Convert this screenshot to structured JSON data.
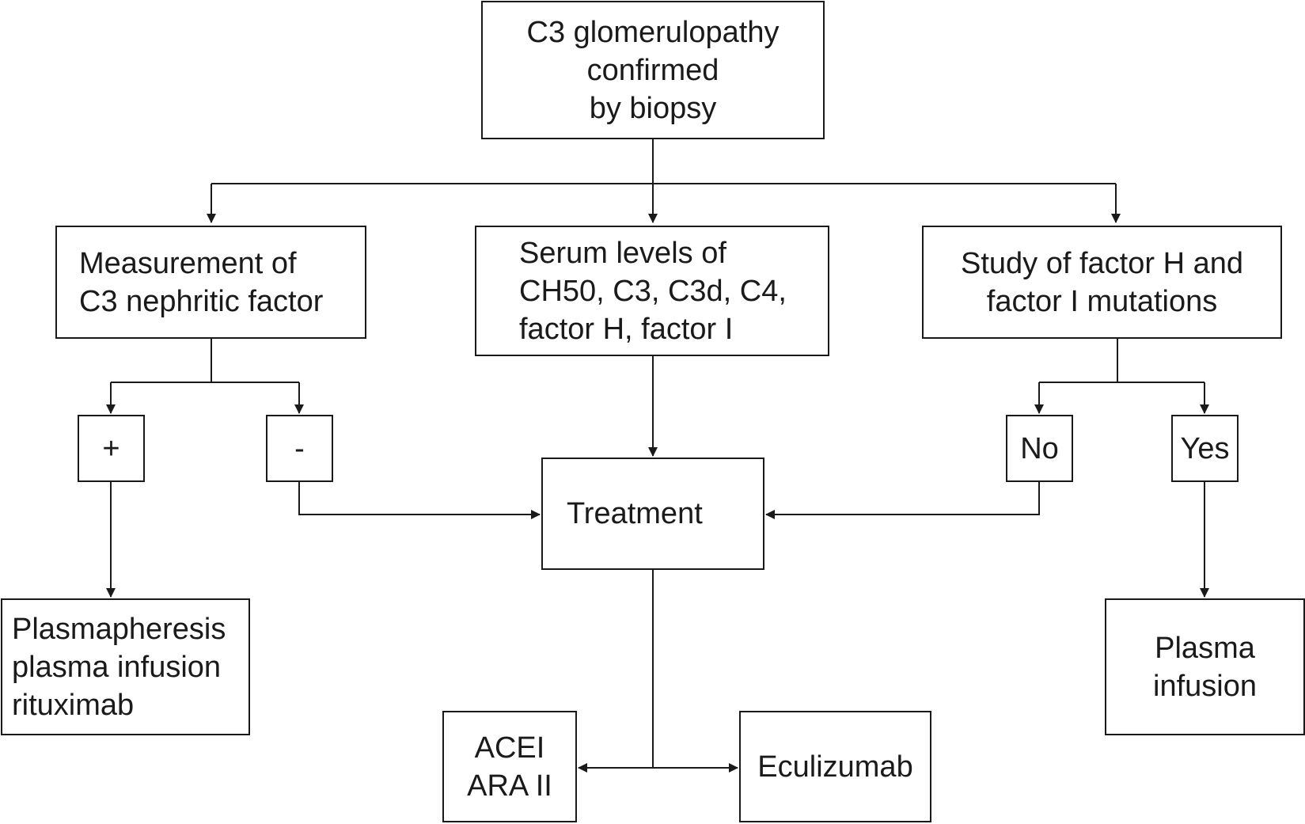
{
  "diagram": {
    "nodes": {
      "root": {
        "lines": [
          "C3 glomerulopathy",
          "confirmed",
          "by biopsy"
        ]
      },
      "measurement": {
        "lines": [
          "Measurement of",
          "C3 nephritic factor"
        ]
      },
      "serum": {
        "lines": [
          "Serum levels of",
          "CH50, C3, C3d, C4,",
          "factor H, factor I"
        ]
      },
      "study": {
        "lines": [
          "Study of factor H and",
          "factor I mutations"
        ]
      },
      "plus": {
        "lines": [
          "+"
        ]
      },
      "minus": {
        "lines": [
          "-"
        ]
      },
      "no": {
        "lines": [
          "No"
        ]
      },
      "yes": {
        "lines": [
          "Yes"
        ]
      },
      "treatment": {
        "lines": [
          "Treatment"
        ]
      },
      "plasmapheresis": {
        "lines": [
          "Plasmapheresis",
          "plasma infusion",
          "rituximab"
        ]
      },
      "plasma_infusion": {
        "lines": [
          "Plasma",
          "infusion"
        ]
      },
      "acei": {
        "lines": [
          "ACEI",
          "ARA II"
        ]
      },
      "eculizumab": {
        "lines": [
          "Eculizumab"
        ]
      }
    },
    "colors": {
      "stroke": "#1a1a1a",
      "background": "#ffffff"
    }
  }
}
